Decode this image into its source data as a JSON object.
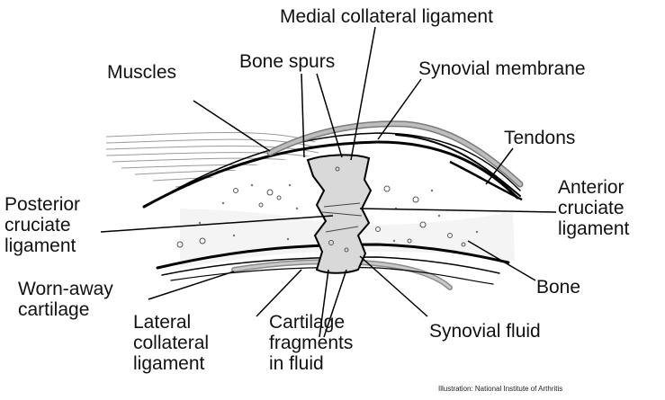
{
  "labels": {
    "medial_collateral_ligament": "Medial collateral ligament",
    "bone_spurs": "Bone spurs",
    "synovial_membrane": "Synovial membrane",
    "muscles": "Muscles",
    "tendons": "Tendons",
    "posterior_cruciate_ligament": [
      "Posterior",
      "cruciate",
      "ligament"
    ],
    "anterior_cruciate_ligament": [
      "Anterior",
      "cruciate",
      "ligament"
    ],
    "worn_away_cartilage": [
      "Worn-away",
      "cartilage"
    ],
    "bone": "Bone",
    "lateral_collateral_ligament": [
      "Lateral",
      "collateral",
      "ligament"
    ],
    "cartilage_fragments": [
      "Cartilage",
      "fragments",
      "in fluid"
    ],
    "synovial_fluid": "Synovial fluid"
  },
  "credit": "Illustration: National Institute of Arthritis"
}
